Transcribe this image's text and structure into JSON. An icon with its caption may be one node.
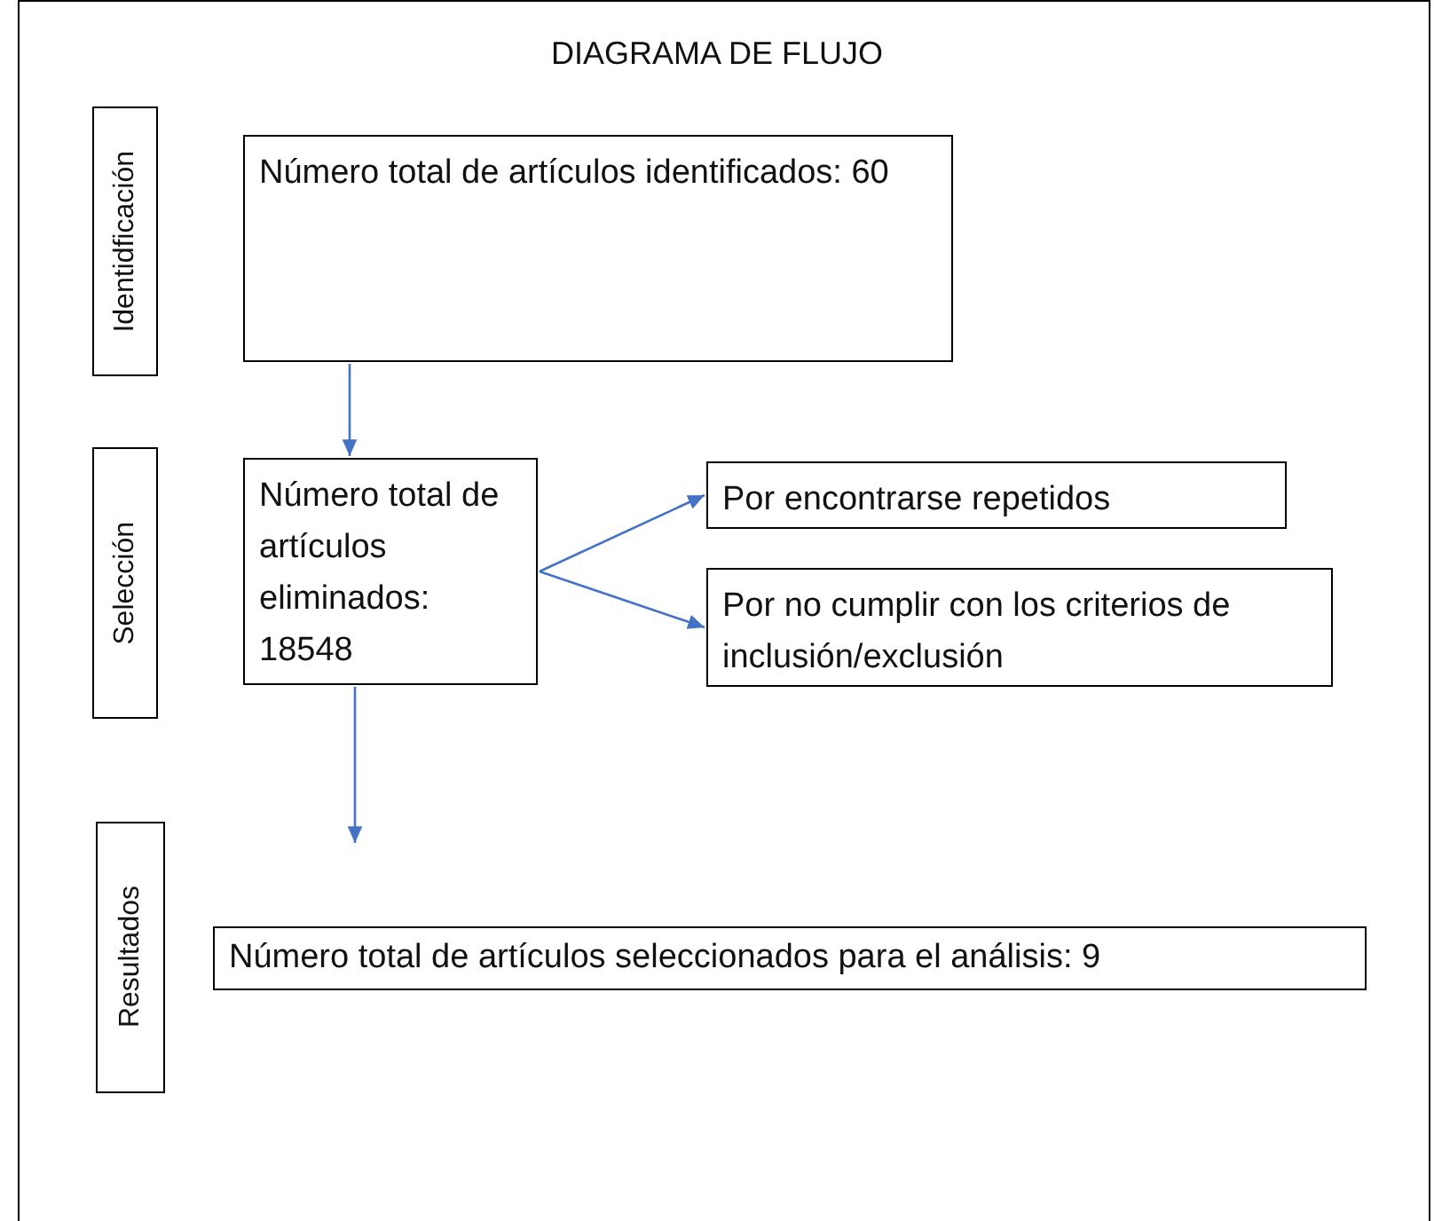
{
  "diagram": {
    "title": "DIAGRAMA DE FLUJO",
    "nodes": [
      {
        "text": [
          "Identidficación"
        ]
      },
      {
        "text": [
          "Número total de artículos identificados: 60"
        ]
      },
      {
        "text": [
          "Selección"
        ]
      },
      {
        "text": [
          "Número total de artículos eliminados: 18548"
        ]
      },
      {
        "text": [
          "Por encontrarse repetidos"
        ]
      },
      {
        "text": [
          "Por no cumplir con los criterios de inclusión/exclusión"
        ]
      },
      {
        "text": [
          "Resultados"
        ]
      },
      {
        "text": [
          "Número total de artículos seleccionados para el análisis: 9"
        ]
      }
    ],
    "edges": [
      {
        "from": 1,
        "to": 3,
        "arrow": "to"
      },
      {
        "from": 3,
        "to": 4,
        "arrow": "to"
      },
      {
        "from": 3,
        "to": 5,
        "arrow": "to"
      },
      {
        "from": 3,
        "to": null,
        "arrow": "to"
      }
    ]
  }
}
